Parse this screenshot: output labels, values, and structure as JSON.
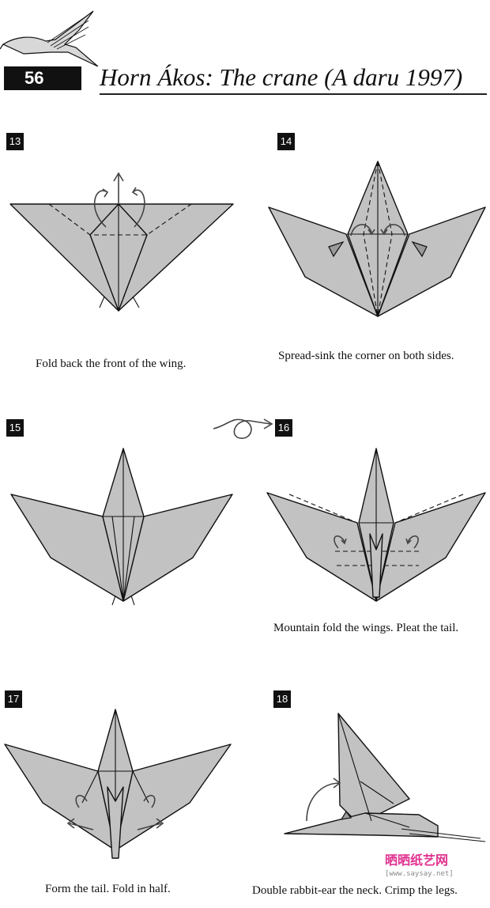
{
  "header": {
    "page_number": "56",
    "title": "Horn Ákos:  The crane (A daru 1997)"
  },
  "steps": [
    {
      "number": "13",
      "caption": "Fold back the front of the wing."
    },
    {
      "number": "14",
      "caption": "Spread-sink the corner on both sides."
    },
    {
      "number": "15",
      "caption": ""
    },
    {
      "number": "16",
      "caption": "Mountain fold the wings. Pleat the tail."
    },
    {
      "number": "17",
      "caption": "Form the tail. Fold in half."
    },
    {
      "number": "18",
      "caption": "Double rabbit-ear the neck. Crimp the legs."
    }
  ],
  "watermark": {
    "text": "晒晒纸艺网",
    "url": "[www.saysay.net]"
  }
}
